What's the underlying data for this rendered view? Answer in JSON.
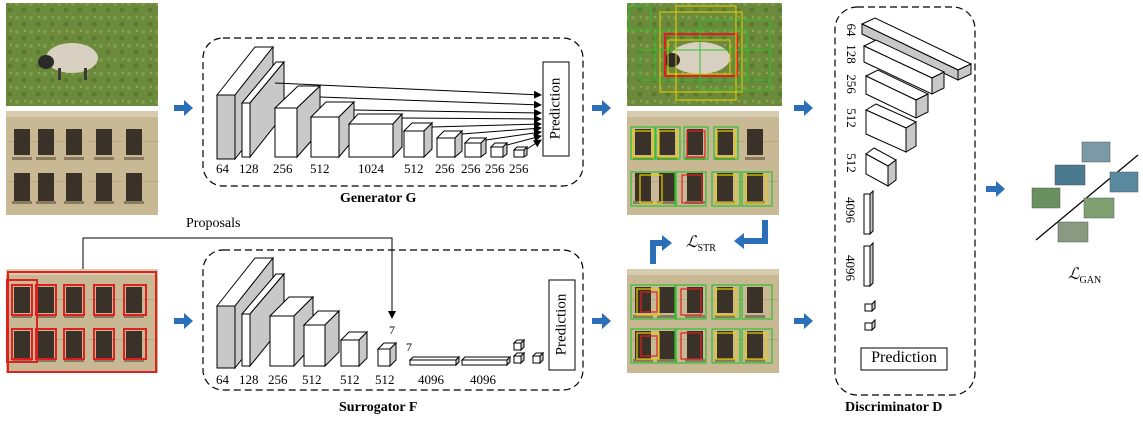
{
  "generator": {
    "title": "Generator G",
    "prediction_label": "Prediction",
    "channel_labels": [
      "64",
      "128",
      "256",
      "512",
      "1024",
      "512",
      "256",
      "256",
      "256",
      "256"
    ]
  },
  "surrogator": {
    "title": "Surrogator F",
    "prediction_label": "Prediction",
    "proposals_label": "Proposals",
    "channel_labels": [
      "64",
      "128",
      "256",
      "512",
      "512",
      "512",
      "4096",
      "4096"
    ],
    "roi_size_labels": [
      "7",
      "7"
    ]
  },
  "discriminator": {
    "title": "Discriminator D",
    "prediction_label": "Prediction",
    "channel_labels": [
      "64",
      "128",
      "256",
      "512",
      "512",
      "4096",
      "4096"
    ]
  },
  "losses": {
    "str": {
      "symbol": "ℒ",
      "sub": "STR"
    },
    "gan": {
      "symbol": "ℒ",
      "sub": "GAN"
    }
  },
  "colors": {
    "arrow": "#2a6fb8",
    "box_fill": "#c8c8c8",
    "bbox_red": "#e02020",
    "bbox_yellow": "#e8d000",
    "bbox_green": "#30c030"
  }
}
